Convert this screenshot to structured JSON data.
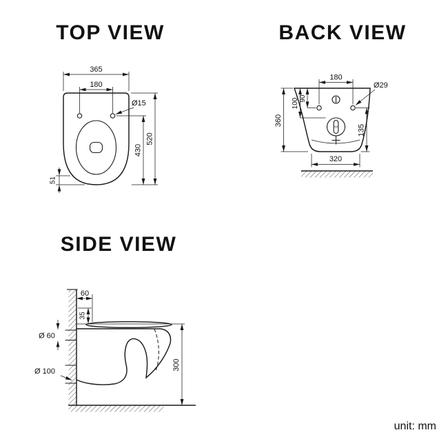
{
  "style": {
    "ink_color": "#1a1a1a",
    "background": "#ffffff"
  },
  "footer": {
    "unit_label": "unit: mm"
  },
  "views": {
    "top": {
      "title": "TOP VIEW",
      "dims": {
        "overall_width": "365",
        "hole_spacing": "180",
        "hole_diameter": "Ø15",
        "bowl_depth": "430",
        "overall_depth": "520",
        "front_offset": "51"
      }
    },
    "back": {
      "title": "BACK VIEW",
      "dims": {
        "hole_spacing": "180",
        "hole_diameter": "Ø29",
        "overall_height": "360",
        "drop_a": "100",
        "drop_b": "90",
        "outlet_height": "135",
        "bottom_width": "320"
      }
    },
    "side": {
      "title": "SIDE VIEW",
      "dims": {
        "wall_offset": "60",
        "top_drop": "35",
        "inlet_diameter": "Ø 60",
        "drain_diameter": "Ø 100",
        "height": "300"
      }
    }
  }
}
